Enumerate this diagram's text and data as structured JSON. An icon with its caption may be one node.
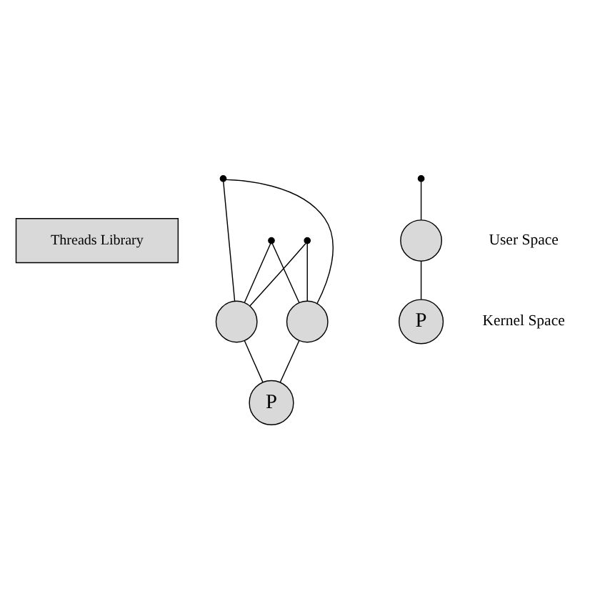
{
  "diagram": {
    "nodes": [
      {
        "text": [],
        "shape": "squiggle"
      },
      {
        "text": [],
        "shape": "squiggle"
      },
      {
        "text": [],
        "shape": "squiggle"
      },
      {
        "text": [],
        "shape": "squiggle"
      },
      {
        "text": [
          "Threads Library"
        ]
      },
      {
        "text": [],
        "shape": "circle"
      },
      {
        "text": [],
        "shape": "circle"
      },
      {
        "text": [],
        "shape": "circle"
      },
      {
        "text": [
          "P"
        ]
      },
      {
        "text": [
          "P"
        ]
      }
    ],
    "edges": [
      {
        "from": 0,
        "to": 6,
        "arrow": "none"
      },
      {
        "from": 0,
        "to": 5,
        "arrow": "none"
      },
      {
        "from": 1,
        "to": 5,
        "arrow": "none"
      },
      {
        "from": 1,
        "to": 6,
        "arrow": "none"
      },
      {
        "from": 2,
        "to": 5,
        "arrow": "none"
      },
      {
        "from": 2,
        "to": 6,
        "arrow": "none"
      },
      {
        "from": 3,
        "to": 7,
        "arrow": "none"
      },
      {
        "from": 5,
        "to": 8,
        "arrow": "none"
      },
      {
        "from": 6,
        "to": 8,
        "arrow": "none"
      },
      {
        "from": 7,
        "to": 9,
        "arrow": "none"
      }
    ],
    "labels": [
      "User Space",
      "Kernel Space"
    ]
  }
}
